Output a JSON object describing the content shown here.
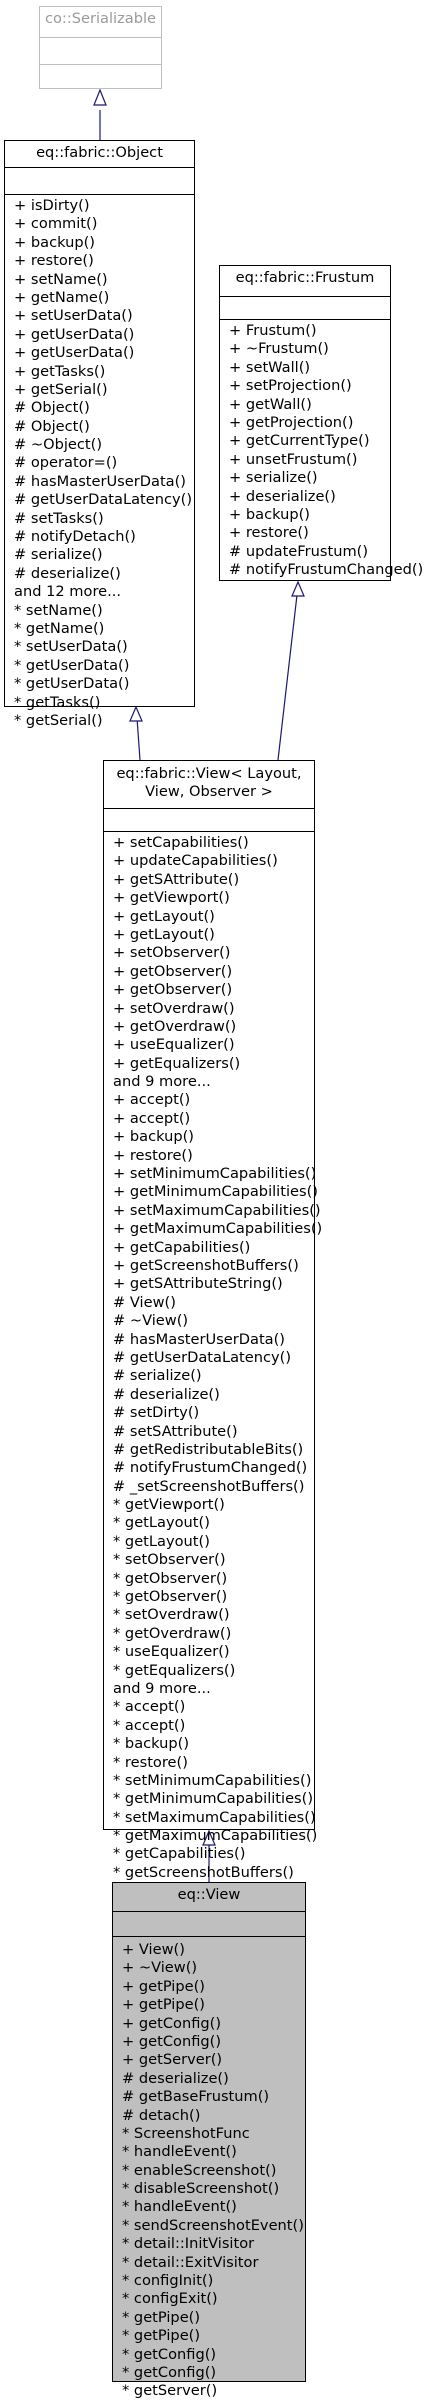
{
  "classes": {
    "serializable": {
      "title": "co::Serializable"
    },
    "object": {
      "title": "eq::fabric::Object",
      "members": [
        "+ isDirty()",
        "+ commit()",
        "+ backup()",
        "+ restore()",
        "+ setName()",
        "+ getName()",
        "+ setUserData()",
        "+ getUserData()",
        "+ getUserData()",
        "+ getTasks()",
        "+ getSerial()",
        "# Object()",
        "# Object()",
        "# ~Object()",
        "# operator=()",
        "# hasMasterUserData()",
        "# getUserDataLatency()",
        "# setTasks()",
        "# notifyDetach()",
        "# serialize()",
        "# deserialize()",
        "and 12 more...",
        "* setName()",
        "* getName()",
        "* setUserData()",
        "* getUserData()",
        "* getUserData()",
        "* getTasks()",
        "* getSerial()"
      ]
    },
    "frustum": {
      "title": "eq::fabric::Frustum",
      "members": [
        "+ Frustum()",
        "+ ~Frustum()",
        "+ setWall()",
        "+ setProjection()",
        "+ getWall()",
        "+ getProjection()",
        "+ getCurrentType()",
        "+ unsetFrustum()",
        "+ serialize()",
        "+ deserialize()",
        "+ backup()",
        "+ restore()",
        "# updateFrustum()",
        "# notifyFrustumChanged()"
      ]
    },
    "view_template": {
      "title_line1": "eq::fabric::View< Layout,",
      "title_line2": "View, Observer >",
      "members": [
        "+ setCapabilities()",
        "+ updateCapabilities()",
        "+ getSAttribute()",
        "+ getViewport()",
        "+ getLayout()",
        "+ getLayout()",
        "+ setObserver()",
        "+ getObserver()",
        "+ getObserver()",
        "+ setOverdraw()",
        "+ getOverdraw()",
        "+ useEqualizer()",
        "+ getEqualizers()",
        "and 9 more...",
        "+ accept()",
        "+ accept()",
        "+ backup()",
        "+ restore()",
        "+ setMinimumCapabilities()",
        "+ getMinimumCapabilities()",
        "+ setMaximumCapabilities()",
        "+ getMaximumCapabilities()",
        "+ getCapabilities()",
        "+ getScreenshotBuffers()",
        "+ getSAttributeString()",
        "# View()",
        "# ~View()",
        "# hasMasterUserData()",
        "# getUserDataLatency()",
        "# serialize()",
        "# deserialize()",
        "# setDirty()",
        "# setSAttribute()",
        "# getRedistributableBits()",
        "# notifyFrustumChanged()",
        "# _setScreenshotBuffers()",
        "* getViewport()",
        "* getLayout()",
        "* getLayout()",
        "* setObserver()",
        "* getObserver()",
        "* getObserver()",
        "* setOverdraw()",
        "* getOverdraw()",
        "* useEqualizer()",
        "* getEqualizers()",
        "and 9 more...",
        "* accept()",
        "* accept()",
        "* backup()",
        "* restore()",
        "* setMinimumCapabilities()",
        "* getMinimumCapabilities()",
        "* setMaximumCapabilities()",
        "* getMaximumCapabilities()",
        "* getCapabilities()",
        "* getScreenshotBuffers()"
      ]
    },
    "view": {
      "title": "eq::View",
      "members": [
        "+ View()",
        "+ ~View()",
        "+ getPipe()",
        "+ getPipe()",
        "+ getConfig()",
        "+ getConfig()",
        "+ getServer()",
        "# deserialize()",
        "# getBaseFrustum()",
        "# detach()",
        "* ScreenshotFunc",
        "* handleEvent()",
        "* enableScreenshot()",
        "* disableScreenshot()",
        "* handleEvent()",
        "* sendScreenshotEvent()",
        "* detail::InitVisitor",
        "* detail::ExitVisitor",
        "* configInit()",
        "* configExit()",
        "* getPipe()",
        "* getPipe()",
        "* getConfig()",
        "* getConfig()",
        "* getServer()"
      ]
    }
  },
  "colors": {
    "edge": "#191970",
    "highlight_fill": "#bfbfbf",
    "muted_border": "#bfbfbf"
  }
}
